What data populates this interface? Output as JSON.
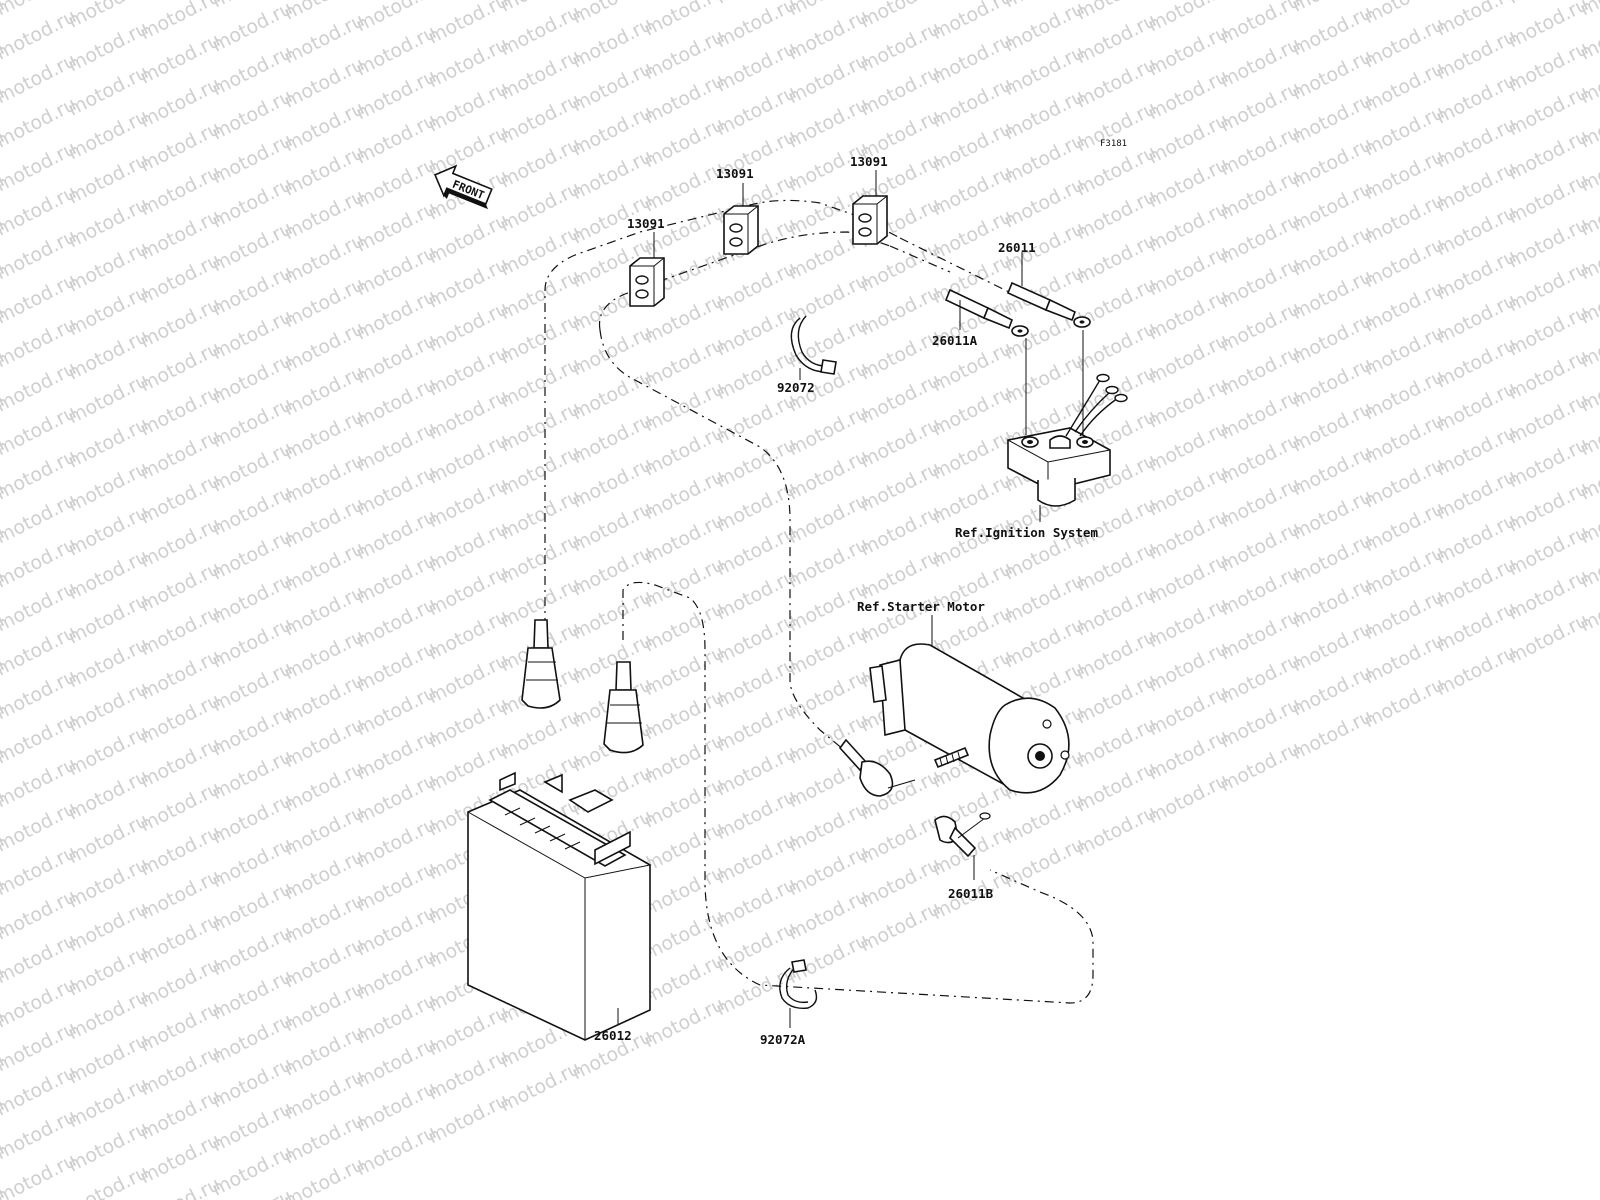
{
  "watermark": {
    "text": "motod.ru"
  },
  "diagram": {
    "code": "F3181",
    "front_label": "FRONT",
    "parts": [
      {
        "id": "clamp-1",
        "label": "13091"
      },
      {
        "id": "clamp-2",
        "label": "13091"
      },
      {
        "id": "clamp-3",
        "label": "13091"
      },
      {
        "id": "cable-26011",
        "label": "26011"
      },
      {
        "id": "cable-26011a",
        "label": "26011A"
      },
      {
        "id": "band-92072",
        "label": "92072"
      },
      {
        "id": "battery",
        "label": "26012"
      },
      {
        "id": "band-92072a",
        "label": "92072A"
      },
      {
        "id": "cable-26011b",
        "label": "26011B"
      }
    ],
    "refs": {
      "ignition": "Ref.Ignition System",
      "starter": "Ref.Starter Motor"
    }
  }
}
